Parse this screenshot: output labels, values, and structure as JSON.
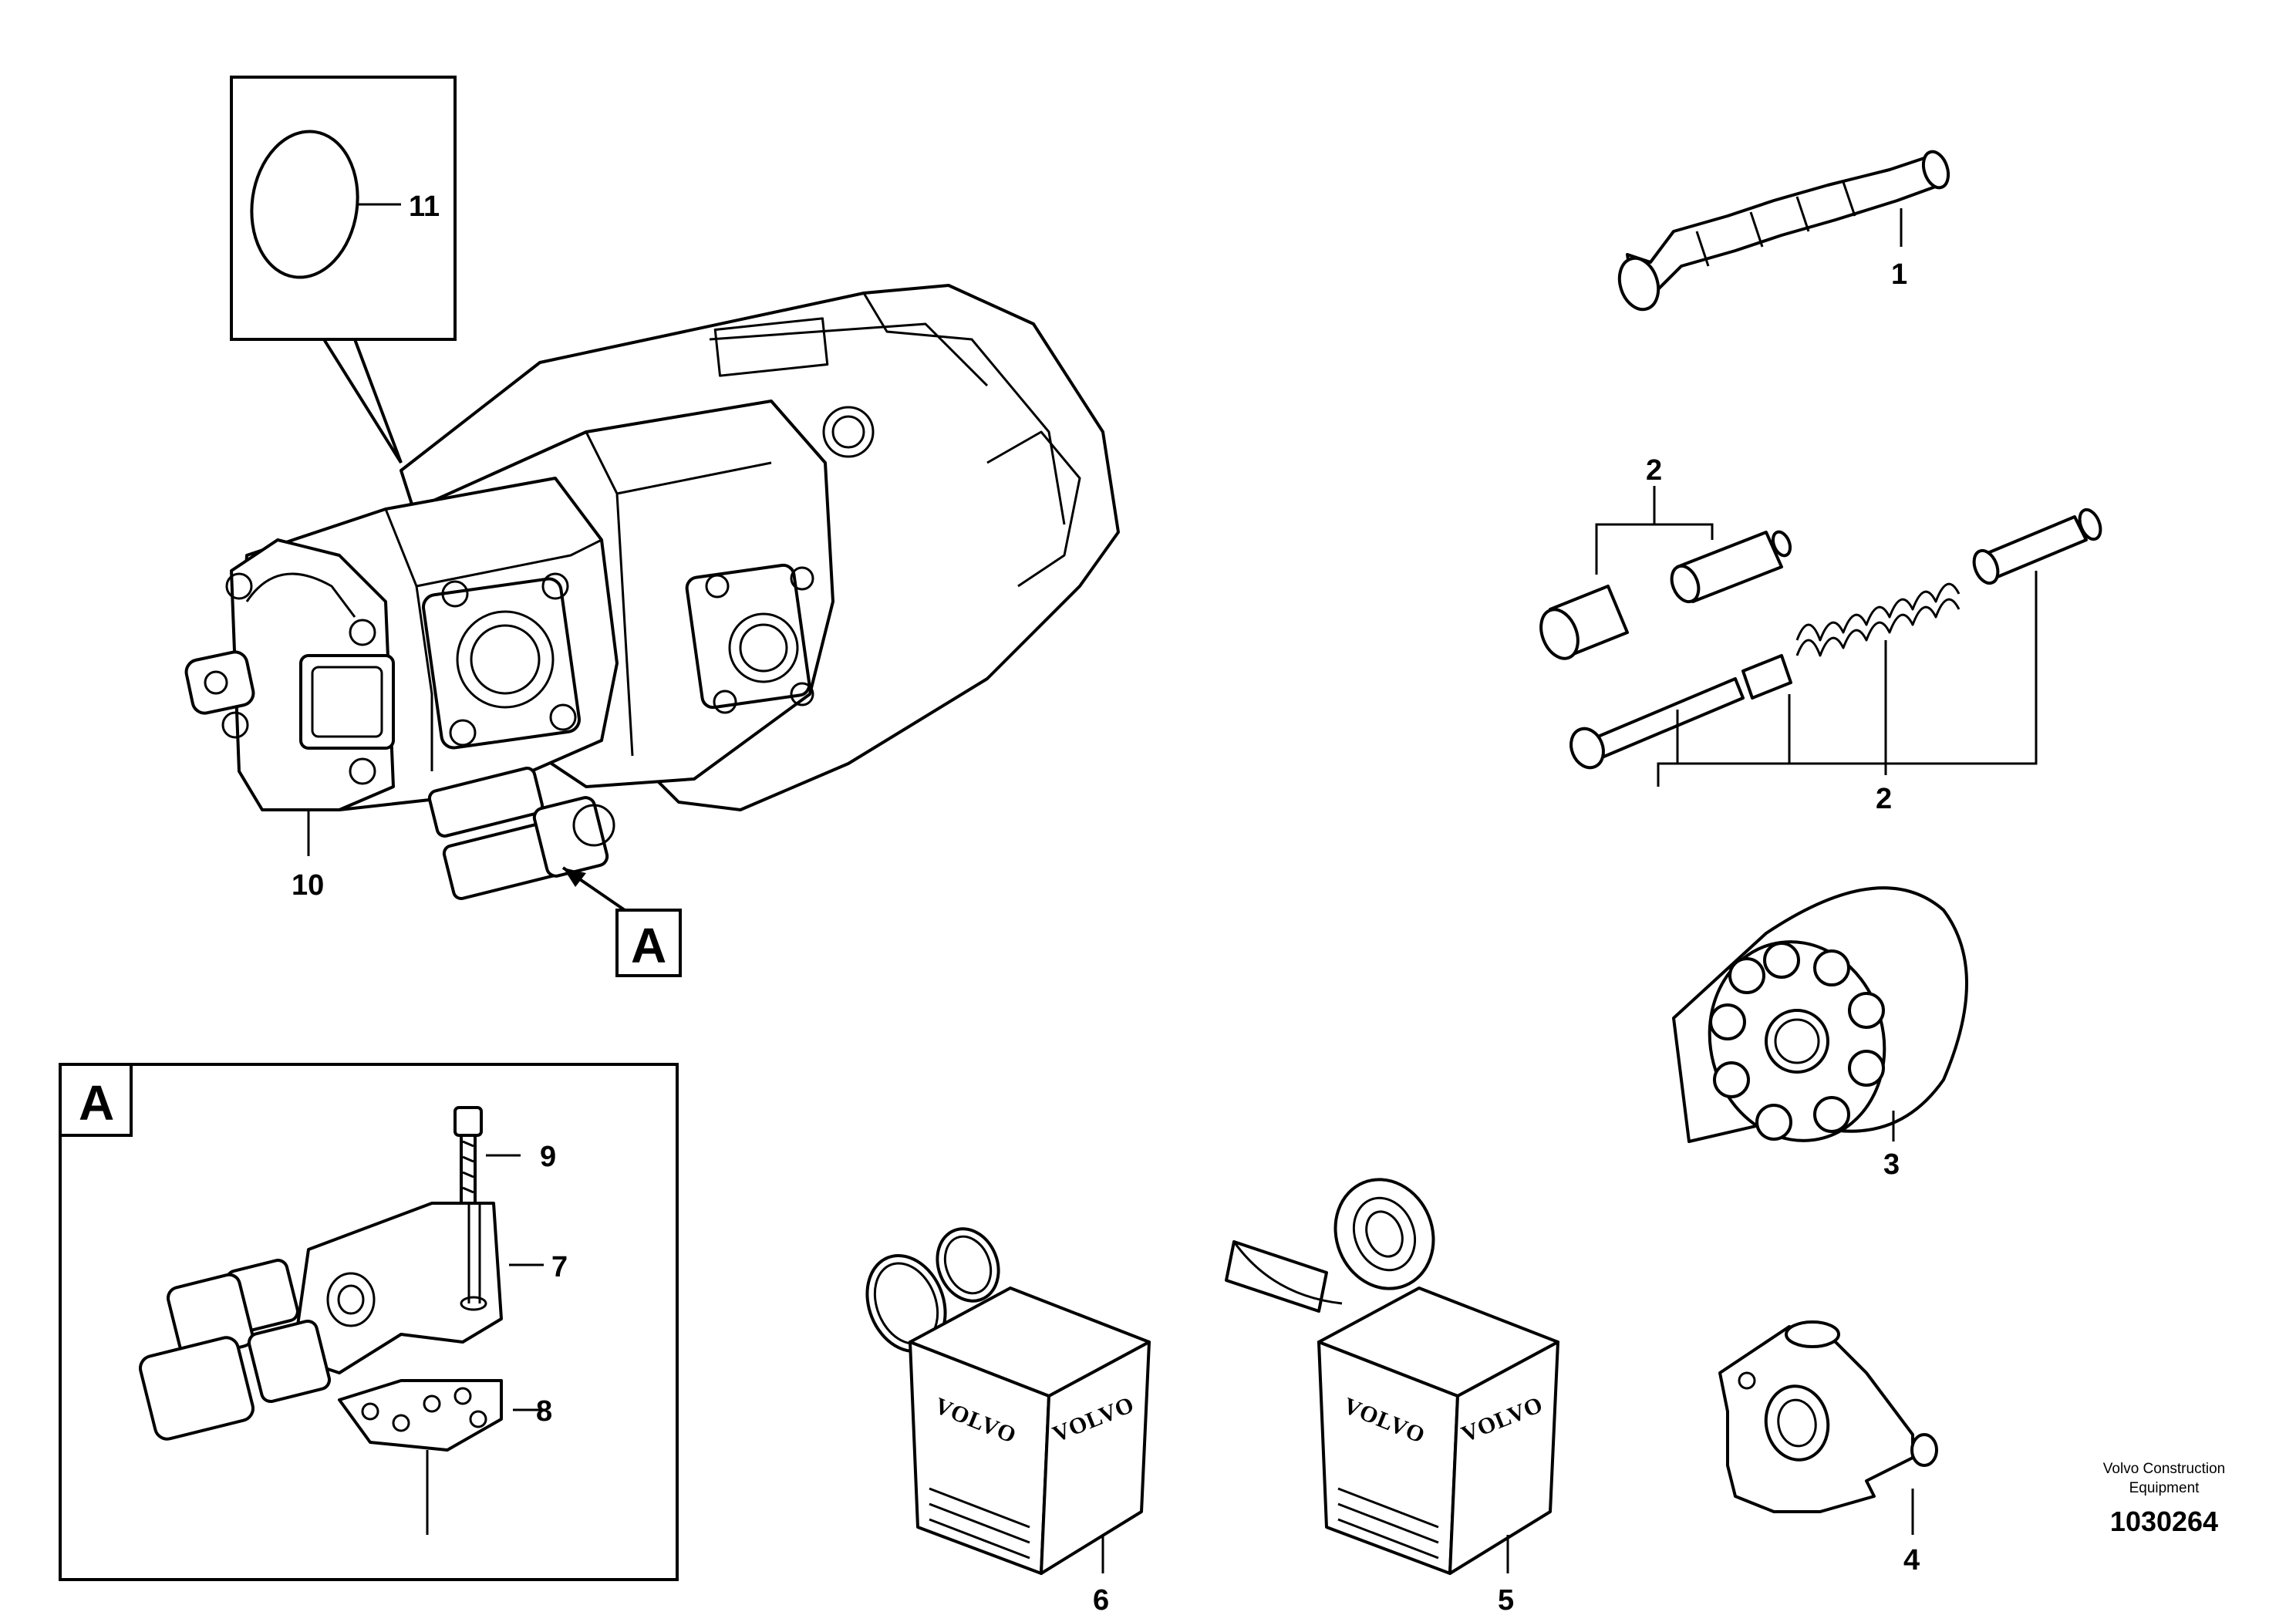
{
  "callouts": {
    "c1": "1",
    "c2a": "2",
    "c2b": "2",
    "c3": "3",
    "c4": "4",
    "c5": "5",
    "c6": "6",
    "c7": "7",
    "c8": "8",
    "c9": "9",
    "c10": "10",
    "c11": "11"
  },
  "detail": {
    "marker": "A",
    "panel_label": "A"
  },
  "kits": {
    "brand_left_1": "VOLVO",
    "brand_left_2": "VOLVO",
    "brand_right_1": "VOLVO",
    "brand_right_2": "VOLVO"
  },
  "footer": {
    "credit_line1": "Volvo Construction",
    "credit_line2": "Equipment",
    "doc_number": "1030264"
  }
}
